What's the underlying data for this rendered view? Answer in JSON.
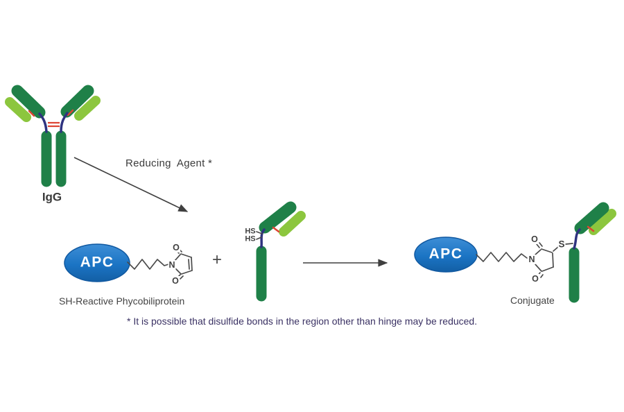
{
  "diagram": {
    "igg": "IgG",
    "reducing_agent": "Reducing  Agent *",
    "apc": "APC",
    "plus": "+",
    "sh_reactive": "SH-Reactive Phycobiliprotein",
    "conjugate": "Conjugate",
    "footnote": "* It is possible that disulfide bonds in the region other than hinge may be reduced.",
    "atoms": {
      "thiol": "HS",
      "nitrogen": "N",
      "oxygen": "O",
      "sulfur": "S"
    },
    "colors": {
      "heavy_chain_green": "#1f8048",
      "light_chain_green": "#8cc63e",
      "disulfide_red": "#dd4433",
      "hinge_blue": "#2f3380",
      "apc_blue": "#1b74c4",
      "chem_line_gray": "#4a4a4a",
      "label_text": "#3b3b3b",
      "footnote_text": "#3a3163"
    }
  }
}
